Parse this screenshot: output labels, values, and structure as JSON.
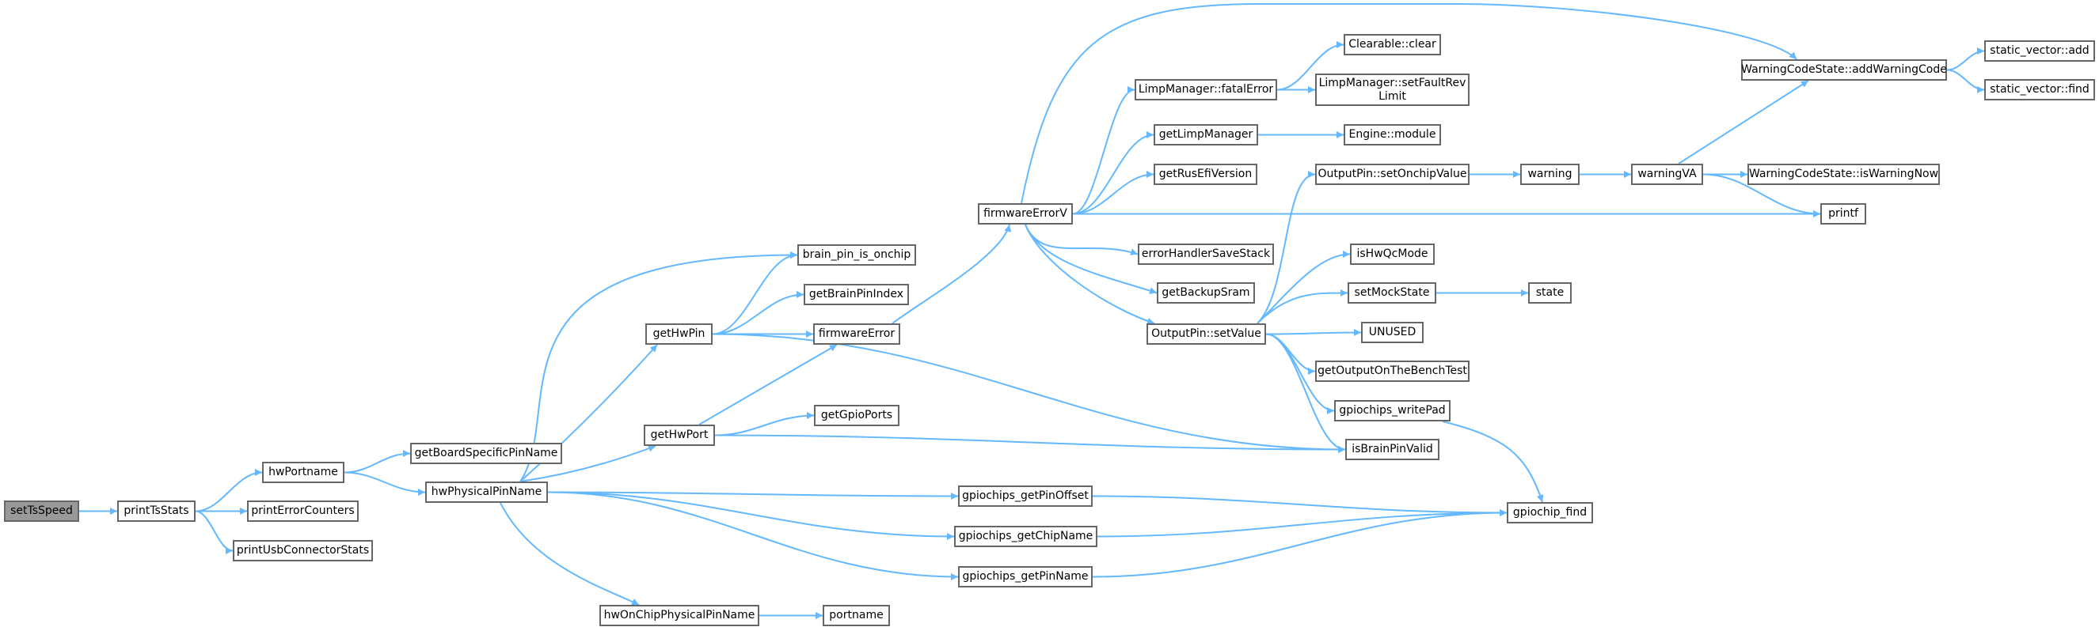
{
  "colors": {
    "edge": "#63b8ff",
    "node_border": "#666666",
    "root_fill": "#999999",
    "node_fill": "#ffffff"
  },
  "nodes": [
    {
      "id": "setTsSpeed",
      "label": "setTsSpeed",
      "root": true
    },
    {
      "id": "printTsStats",
      "label": "printTsStats"
    },
    {
      "id": "hwPortname",
      "label": "hwPortname"
    },
    {
      "id": "printErrorCounters",
      "label": "printErrorCounters"
    },
    {
      "id": "printUsbConnectorStats",
      "label": "printUsbConnectorStats"
    },
    {
      "id": "getBoardSpecificPinName",
      "label": "getBoardSpecificPinName"
    },
    {
      "id": "hwPhysicalPinName",
      "label": "hwPhysicalPinName"
    },
    {
      "id": "brain_pin_is_onchip",
      "label": "brain_pin_is_onchip"
    },
    {
      "id": "getBrainPinIndex",
      "label": "getBrainPinIndex"
    },
    {
      "id": "getHwPin",
      "label": "getHwPin"
    },
    {
      "id": "firmwareError",
      "label": "firmwareError"
    },
    {
      "id": "getGpioPorts",
      "label": "getGpioPorts"
    },
    {
      "id": "getHwPort",
      "label": "getHwPort"
    },
    {
      "id": "gpiochips_getPinOffset",
      "label": "gpiochips_getPinOffset"
    },
    {
      "id": "gpiochips_getChipName",
      "label": "gpiochips_getChipName"
    },
    {
      "id": "gpiochips_getPinName",
      "label": "gpiochips_getPinName"
    },
    {
      "id": "hwOnChipPhysicalPinName",
      "label": "hwOnChipPhysicalPinName"
    },
    {
      "id": "portname",
      "label": "portname"
    },
    {
      "id": "firmwareErrorV",
      "label": "firmwareErrorV"
    },
    {
      "id": "fatalError",
      "label": "LimpManager::fatalError"
    },
    {
      "id": "clear",
      "label": "Clearable::clear"
    },
    {
      "id": "setFaultRevLimit",
      "label": "LimpManager::setFaultRev\nLimit"
    },
    {
      "id": "getLimpManager",
      "label": "getLimpManager"
    },
    {
      "id": "engineModule",
      "label": "Engine::module"
    },
    {
      "id": "getRusEfiVersion",
      "label": "getRusEfiVersion"
    },
    {
      "id": "errorHandlerSaveStack",
      "label": "errorHandlerSaveStack"
    },
    {
      "id": "getBackupSram",
      "label": "getBackupSram"
    },
    {
      "id": "setValue",
      "label": "OutputPin::setValue"
    },
    {
      "id": "setOnchipValue",
      "label": "OutputPin::setOnchipValue"
    },
    {
      "id": "warning",
      "label": "warning"
    },
    {
      "id": "warningVA",
      "label": "warningVA"
    },
    {
      "id": "isWarningNow",
      "label": "WarningCodeState::isWarningNow"
    },
    {
      "id": "printf",
      "label": "printf"
    },
    {
      "id": "addWarningCode",
      "label": "WarningCodeState::addWarningCode"
    },
    {
      "id": "svAdd",
      "label": "static_vector::add"
    },
    {
      "id": "svFind",
      "label": "static_vector::find"
    },
    {
      "id": "isHwQcMode",
      "label": "isHwQcMode"
    },
    {
      "id": "setMockState",
      "label": "setMockState"
    },
    {
      "id": "state",
      "label": "state"
    },
    {
      "id": "UNUSED",
      "label": "UNUSED"
    },
    {
      "id": "getOutputOnTheBenchTest",
      "label": "getOutputOnTheBenchTest"
    },
    {
      "id": "gpiochips_writePad",
      "label": "gpiochips_writePad"
    },
    {
      "id": "isBrainPinValid",
      "label": "isBrainPinValid"
    },
    {
      "id": "gpiochip_find",
      "label": "gpiochip_find"
    }
  ],
  "edges": [
    [
      "setTsSpeed",
      "printTsStats"
    ],
    [
      "printTsStats",
      "hwPortname"
    ],
    [
      "printTsStats",
      "printErrorCounters"
    ],
    [
      "printTsStats",
      "printUsbConnectorStats"
    ],
    [
      "hwPortname",
      "getBoardSpecificPinName"
    ],
    [
      "hwPortname",
      "hwPhysicalPinName"
    ],
    [
      "hwPhysicalPinName",
      "brain_pin_is_onchip"
    ],
    [
      "hwPhysicalPinName",
      "getHwPin"
    ],
    [
      "hwPhysicalPinName",
      "getHwPort"
    ],
    [
      "hwPhysicalPinName",
      "gpiochips_getPinOffset"
    ],
    [
      "hwPhysicalPinName",
      "gpiochips_getChipName"
    ],
    [
      "hwPhysicalPinName",
      "gpiochips_getPinName"
    ],
    [
      "hwPhysicalPinName",
      "hwOnChipPhysicalPinName"
    ],
    [
      "getHwPin",
      "brain_pin_is_onchip"
    ],
    [
      "getHwPin",
      "getBrainPinIndex"
    ],
    [
      "getHwPin",
      "firmwareError"
    ],
    [
      "getHwPin",
      "isBrainPinValid"
    ],
    [
      "getHwPort",
      "firmwareError"
    ],
    [
      "getHwPort",
      "getGpioPorts"
    ],
    [
      "getHwPort",
      "isBrainPinValid"
    ],
    [
      "firmwareError",
      "firmwareErrorV"
    ],
    [
      "firmwareErrorV",
      "addWarningCode"
    ],
    [
      "firmwareErrorV",
      "fatalError"
    ],
    [
      "firmwareErrorV",
      "getLimpManager"
    ],
    [
      "firmwareErrorV",
      "getRusEfiVersion"
    ],
    [
      "firmwareErrorV",
      "printf"
    ],
    [
      "firmwareErrorV",
      "errorHandlerSaveStack"
    ],
    [
      "firmwareErrorV",
      "getBackupSram"
    ],
    [
      "firmwareErrorV",
      "setValue"
    ],
    [
      "fatalError",
      "clear"
    ],
    [
      "fatalError",
      "setFaultRevLimit"
    ],
    [
      "getLimpManager",
      "engineModule"
    ],
    [
      "setValue",
      "setOnchipValue"
    ],
    [
      "setValue",
      "isHwQcMode"
    ],
    [
      "setValue",
      "setMockState"
    ],
    [
      "setValue",
      "UNUSED"
    ],
    [
      "setValue",
      "getOutputOnTheBenchTest"
    ],
    [
      "setValue",
      "gpiochips_writePad"
    ],
    [
      "setValue",
      "isBrainPinValid"
    ],
    [
      "setOnchipValue",
      "warning"
    ],
    [
      "warning",
      "warningVA"
    ],
    [
      "warningVA",
      "addWarningCode"
    ],
    [
      "warningVA",
      "isWarningNow"
    ],
    [
      "warningVA",
      "printf"
    ],
    [
      "addWarningCode",
      "svAdd"
    ],
    [
      "addWarningCode",
      "svFind"
    ],
    [
      "setMockState",
      "state"
    ],
    [
      "gpiochips_writePad",
      "gpiochip_find"
    ],
    [
      "gpiochips_getPinOffset",
      "gpiochip_find"
    ],
    [
      "gpiochips_getChipName",
      "gpiochip_find"
    ],
    [
      "gpiochips_getPinName",
      "gpiochip_find"
    ],
    [
      "hwOnChipPhysicalPinName",
      "portname"
    ]
  ]
}
